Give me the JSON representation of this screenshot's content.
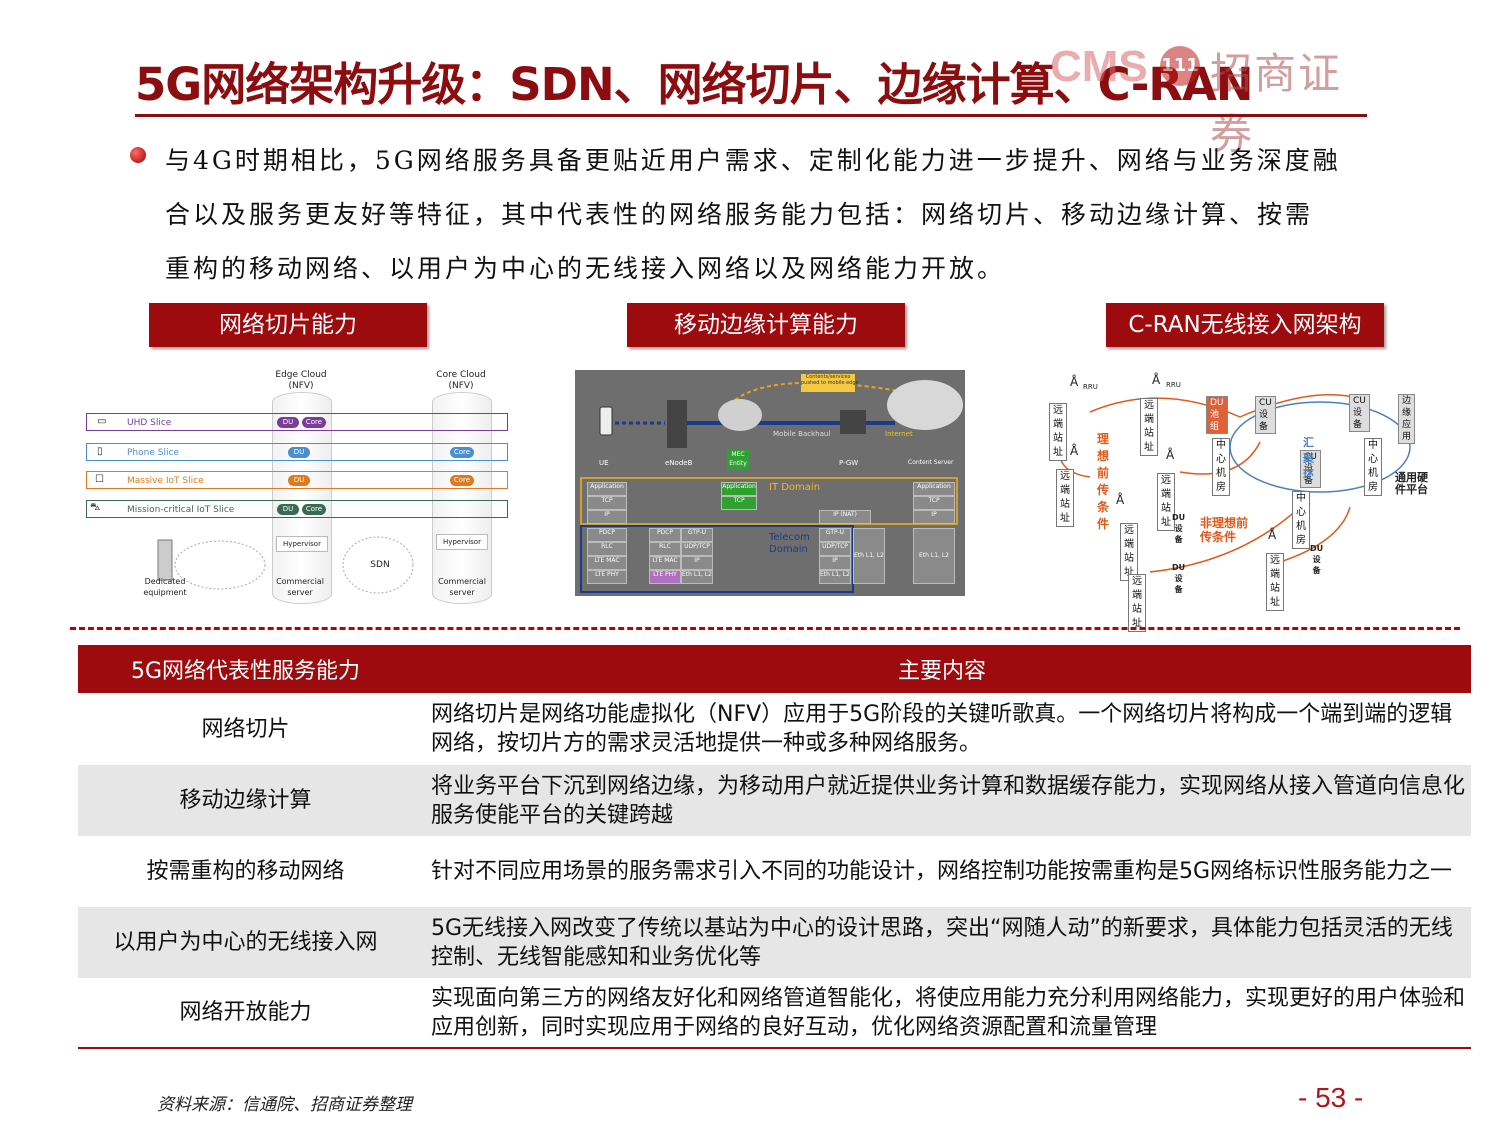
{
  "title": "5G网络架构升级：SDN、网络切片、边缘计算、C-RAN",
  "logo": {
    "latin": "CMS",
    "badge": "111",
    "chinese": "招商证券"
  },
  "intro": [
    "与4G时期相比，5G网络服务具备更贴近用户需求、定制化能力进一步提升、网络与业务深度融",
    "合以及服务更友好等特征，其中代表性的网络服务能力包括：网络切片、移动边缘计算、按需",
    "重构的移动网络、以用户为中心的无线接入网络以及网络能力开放。"
  ],
  "sections": {
    "slicing": "网络切片能力",
    "mec": "移动边缘计算能力",
    "cran": "C-RAN无线接入网架构"
  },
  "slice_diagram": {
    "edge_cloud": "Edge Cloud\n(NFV)",
    "core_cloud": "Core Cloud\n(NFV)",
    "slices": [
      "UHD Slice",
      "Phone Slice",
      "Massive IoT Slice",
      "Mission-critical IoT Slice"
    ],
    "du": "DU",
    "core": "Core",
    "hypervisor": "Hypervisor",
    "sdn": "SDN",
    "dedicated": "Dedicated\nequipment",
    "commercial_server": "Commercial\nserver",
    "colors": {
      "uhd": "#7a3b9a",
      "phone": "#4a8fd0",
      "iot": "#e07a20",
      "mission": "#3a6a55"
    }
  },
  "mec_diagram": {
    "contents_note": "Contents/services\npushed to mobile edge",
    "mobile_backhaul": "Mobile Backhaul",
    "internet": "Internet",
    "nodes": [
      "UE",
      "eNodeB",
      "MEC\nEntity",
      "P-GW",
      "Content Server"
    ],
    "it_domain": "IT Domain",
    "telecom_domain": "Telecom\nDomain",
    "stack_ue": [
      "Application",
      "TCP",
      "IP",
      "PDCP",
      "RLC",
      "LTE MAC",
      "LTE PHY"
    ],
    "stack_enb": [
      "PDCP",
      "RLC",
      "LTE MAC",
      "LTE PHY"
    ],
    "stack_enb2": [
      "GTP-U",
      "UDP/TCP",
      "IP",
      "Eth L1, L2"
    ],
    "stack_mec": [
      "Application",
      "TCP"
    ],
    "stack_pgw": [
      "IP (NAT)",
      "GTP-U",
      "UDP/TCP",
      "IP",
      "Eth L1, L2"
    ],
    "stack_pgw2": [
      "Eth L1, L2"
    ],
    "stack_server": [
      "Application",
      "TCP",
      "IP",
      "Eth L1, L2"
    ]
  },
  "cran_diagram": {
    "rru": "RRU",
    "remote_site": "远端站址",
    "du_pool": "DU池组",
    "cu_device": "CU设备",
    "edge_app": "边缘应用",
    "center_room": "中心机房",
    "ideal_fronthaul": "理想前传条件",
    "non_ideal_fronthaul": "非理想前\n传条件",
    "aggregation_ring": "汇聚环",
    "general_hw": "通用硬\n件平台",
    "du_device": "DU设备"
  },
  "table": {
    "headers": [
      "5G网络代表性服务能力",
      "主要内容"
    ],
    "rows": [
      {
        "k": "网络切片",
        "v": "网络切片是网络功能虚拟化（NFV）应用于5G阶段的关键听歌真。一个网络切片将构成一个端到端的逻辑网络，按切片方的需求灵活地提供一种或多种网络服务。"
      },
      {
        "k": "移动边缘计算",
        "v": "将业务平台下沉到网络边缘，为移动用户就近提供业务计算和数据缓存能力，实现网络从接入管道向信息化服务使能平台的关键跨越"
      },
      {
        "k": "按需重构的移动网络",
        "v": "针对不同应用场景的服务需求引入不同的功能设计，网络控制功能按需重构是5G网络标识性服务能力之一"
      },
      {
        "k": "以用户为中心的无线接入网",
        "v": "5G无线接入网改变了传统以基站为中心的设计思路，突出“网随人动”的新要求，具体能力包括灵活的无线控制、无线智能感知和业务优化等"
      },
      {
        "k": "网络开放能力",
        "v": "实现面向第三方的网络友好化和网络管道智能化，将使应用能力充分利用网络能力，实现更好的用户体验和应用创新，同时实现应用于网络的良好互动，优化网络资源配置和流量管理"
      }
    ]
  },
  "source": "资料来源：信通院、招商证券整理",
  "page_number": "- 53 -"
}
